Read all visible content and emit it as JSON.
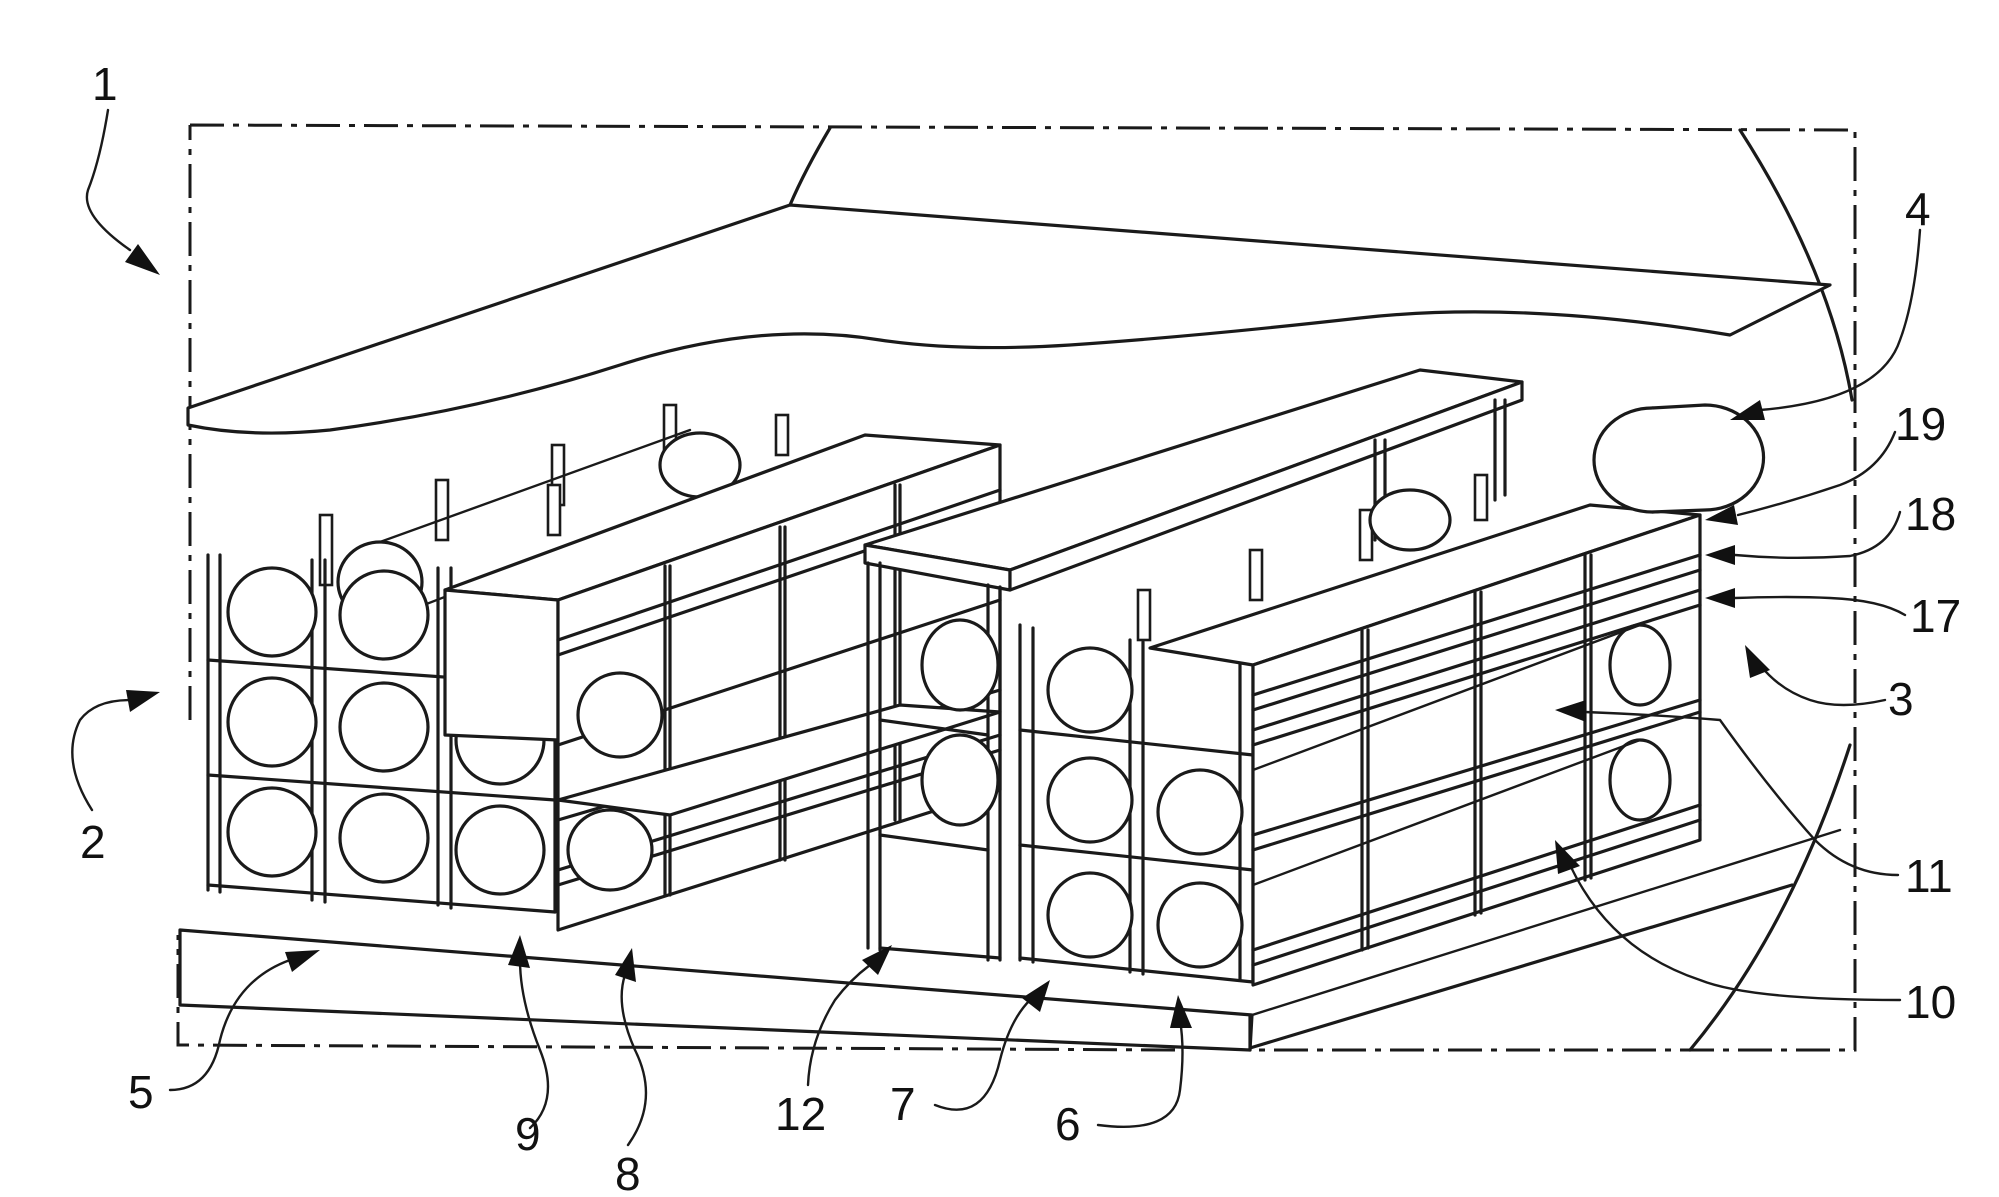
{
  "figure": {
    "labels": [
      {
        "id": "label-1",
        "text": "1"
      },
      {
        "id": "label-2",
        "text": "2"
      },
      {
        "id": "label-3",
        "text": "3"
      },
      {
        "id": "label-4",
        "text": "4"
      },
      {
        "id": "label-5",
        "text": "5"
      },
      {
        "id": "label-6",
        "text": "6"
      },
      {
        "id": "label-7",
        "text": "7"
      },
      {
        "id": "label-8",
        "text": "8"
      },
      {
        "id": "label-9",
        "text": "9"
      },
      {
        "id": "label-10",
        "text": "10"
      },
      {
        "id": "label-11",
        "text": "11"
      },
      {
        "id": "label-12",
        "text": "12"
      },
      {
        "id": "label-17",
        "text": "17"
      },
      {
        "id": "label-18",
        "text": "18"
      },
      {
        "id": "label-19",
        "text": "19"
      }
    ]
  }
}
